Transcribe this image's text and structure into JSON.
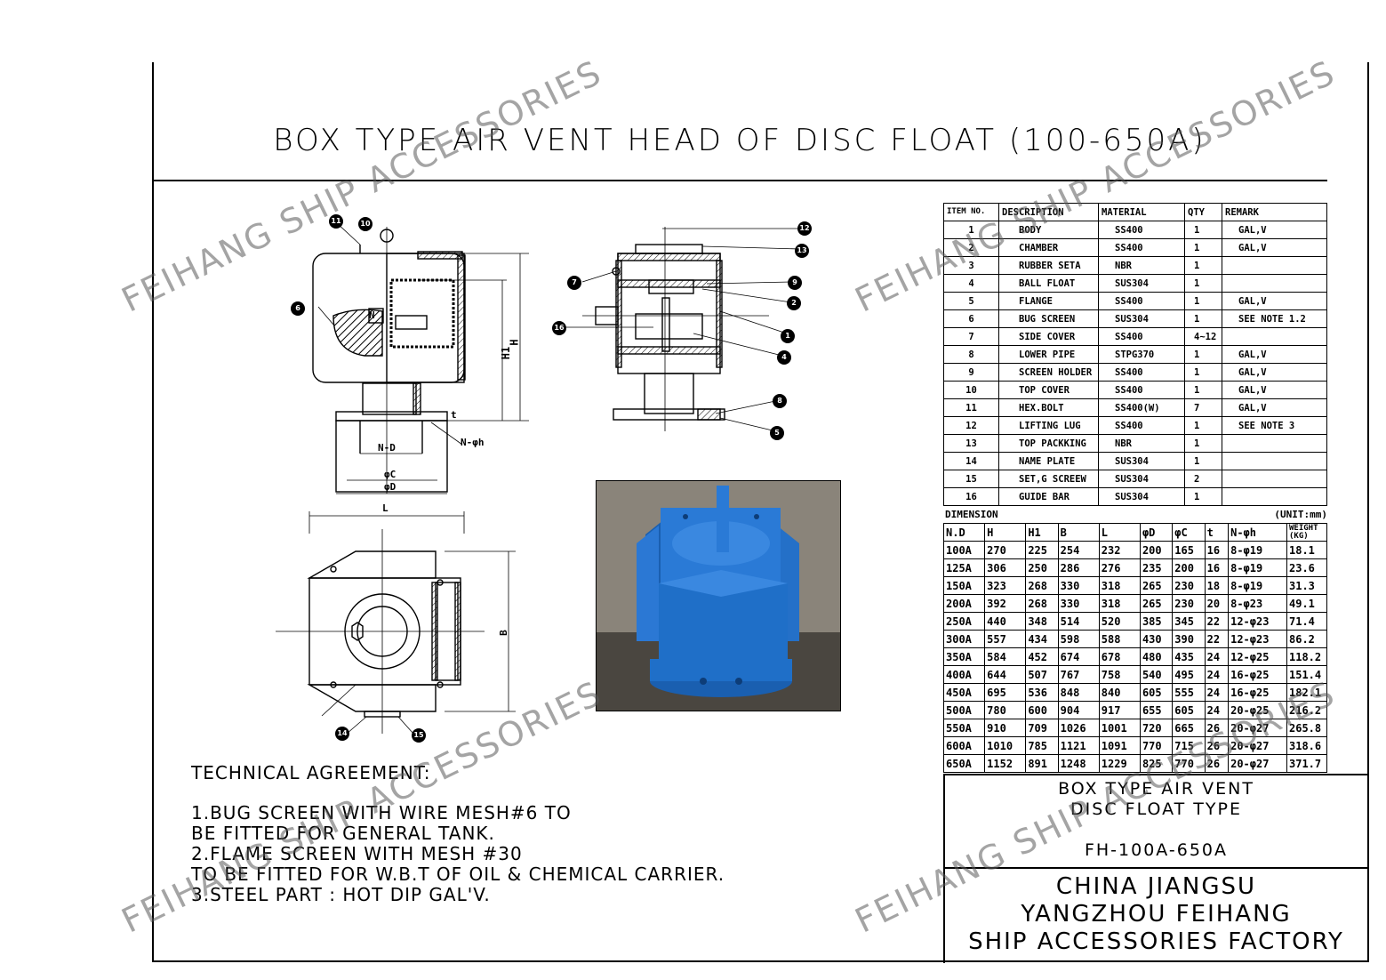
{
  "title": "BOX TYPE AIR VENT HEAD OF DISC FLOAT (100-650A)",
  "watermark": "FEIHANG SHIP ACCESSORIES",
  "drawing_labels": {
    "h": "H",
    "h1": "H1",
    "nd": "N-D",
    "nh": "N-φh",
    "c": "φC",
    "d": "φD",
    "t": "t",
    "l": "L",
    "b": "B",
    "n": "N"
  },
  "balloons": [
    "11",
    "10",
    "6",
    "12",
    "13",
    "7",
    "9",
    "2",
    "16",
    "1",
    "4",
    "8",
    "5",
    "14",
    "15"
  ],
  "parts": {
    "header": {
      "item": "ITEM NO.",
      "description": "DESCRIPTION",
      "material": "MATERIAL",
      "qty": "QTY",
      "remark": "REMARK"
    },
    "rows": [
      {
        "item": "1",
        "description": "BODY",
        "material": "SS400",
        "qty": "1",
        "remark": "GAL,V"
      },
      {
        "item": "2",
        "description": "CHAMBER",
        "material": "SS400",
        "qty": "1",
        "remark": "GAL,V"
      },
      {
        "item": "3",
        "description": "RUBBER SETA",
        "material": "NBR",
        "qty": "1",
        "remark": ""
      },
      {
        "item": "4",
        "description": "BALL FLOAT",
        "material": "SUS304",
        "qty": "1",
        "remark": ""
      },
      {
        "item": "5",
        "description": "FLANGE",
        "material": "SS400",
        "qty": "1",
        "remark": "GAL,V"
      },
      {
        "item": "6",
        "description": "BUG SCREEN",
        "material": "SUS304",
        "qty": "1",
        "remark": "SEE NOTE 1.2"
      },
      {
        "item": "7",
        "description": "SIDE COVER",
        "material": "SS400",
        "qty": "4~12",
        "remark": ""
      },
      {
        "item": "8",
        "description": "LOWER PIPE",
        "material": "STPG370",
        "qty": "1",
        "remark": "GAL,V"
      },
      {
        "item": "9",
        "description": "SCREEN HOLDER",
        "material": "SS400",
        "qty": "1",
        "remark": "GAL,V"
      },
      {
        "item": "10",
        "description": "TOP COVER",
        "material": "SS400",
        "qty": "1",
        "remark": "GAL,V"
      },
      {
        "item": "11",
        "description": "HEX.BOLT",
        "material": "SS400(W)",
        "qty": "7",
        "remark": "GAL,V"
      },
      {
        "item": "12",
        "description": "LIFTING LUG",
        "material": "SS400",
        "qty": "1",
        "remark": "SEE NOTE 3"
      },
      {
        "item": "13",
        "description": "TOP PACKKING",
        "material": "NBR",
        "qty": "1",
        "remark": ""
      },
      {
        "item": "14",
        "description": "NAME PLATE",
        "material": "SUS304",
        "qty": "1",
        "remark": ""
      },
      {
        "item": "15",
        "description": "SET,G SCREEW",
        "material": "SUS304",
        "qty": "2",
        "remark": ""
      },
      {
        "item": "16",
        "description": "GUIDE BAR",
        "material": "SUS304",
        "qty": "1",
        "remark": ""
      }
    ]
  },
  "dimension": {
    "caption": "DIMENSION",
    "unit": "(UNIT:mm)",
    "header": [
      "N.D",
      "H",
      "H1",
      "B",
      "L",
      "φD",
      "φC",
      "t",
      "N-φh",
      "WEIGHT (KG)"
    ],
    "rows": [
      [
        "100A",
        "270",
        "225",
        "254",
        "232",
        "200",
        "165",
        "16",
        "8-φ19",
        "18.1"
      ],
      [
        "125A",
        "306",
        "250",
        "286",
        "276",
        "235",
        "200",
        "16",
        "8-φ19",
        "23.6"
      ],
      [
        "150A",
        "323",
        "268",
        "330",
        "318",
        "265",
        "230",
        "18",
        "8-φ19",
        "31.3"
      ],
      [
        "200A",
        "392",
        "268",
        "330",
        "318",
        "265",
        "230",
        "20",
        "8-φ23",
        "49.1"
      ],
      [
        "250A",
        "440",
        "348",
        "514",
        "520",
        "385",
        "345",
        "22",
        "12-φ23",
        "71.4"
      ],
      [
        "300A",
        "557",
        "434",
        "598",
        "588",
        "430",
        "390",
        "22",
        "12-φ23",
        "86.2"
      ],
      [
        "350A",
        "584",
        "452",
        "674",
        "678",
        "480",
        "435",
        "24",
        "12-φ25",
        "118.2"
      ],
      [
        "400A",
        "644",
        "507",
        "767",
        "758",
        "540",
        "495",
        "24",
        "16-φ25",
        "151.4"
      ],
      [
        "450A",
        "695",
        "536",
        "848",
        "840",
        "605",
        "555",
        "24",
        "16-φ25",
        "182.1"
      ],
      [
        "500A",
        "780",
        "600",
        "904",
        "917",
        "655",
        "605",
        "24",
        "20-φ25",
        "216.2"
      ],
      [
        "550A",
        "910",
        "709",
        "1026",
        "1001",
        "720",
        "665",
        "26",
        "20-φ27",
        "265.8"
      ],
      [
        "600A",
        "1010",
        "785",
        "1121",
        "1091",
        "770",
        "715",
        "26",
        "20-φ27",
        "318.6"
      ],
      [
        "650A",
        "1152",
        "891",
        "1248",
        "1229",
        "825",
        "770",
        "26",
        "20-φ27",
        "371.7"
      ]
    ]
  },
  "title_block": {
    "line1": "BOX TYPE AIR VENT",
    "line2": "DISC FLOAT TYPE",
    "model": "FH-100A-650A",
    "company1": "CHINA JIANGSU",
    "company2": "YANGZHOU FEIHANG",
    "company3": "SHIP ACCESSORIES FACTORY"
  },
  "technical": {
    "heading": "TECHNICAL AGREEMENT:",
    "lines": [
      "1.BUG SCREEN WITH WIRE MESH#6 TO",
      "BE FITTED FOR GENERAL TANK.",
      "2.FLAME SCREEN WITH MESH #30",
      "TO BE FITTED FOR W.B.T OF OIL & CHEMICAL CARRIER.",
      "3.STEEL PART : HOT DIP GAL'V."
    ]
  },
  "colors": {
    "line": "#000000",
    "product_blue": "#1f6fc8",
    "photo_bg": "#6f6a61"
  }
}
